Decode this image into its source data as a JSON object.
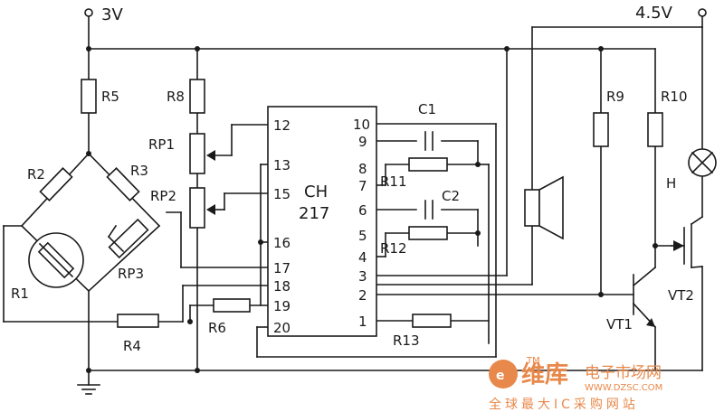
{
  "supply": {
    "left": "3V",
    "right": "4.5V"
  },
  "ic": {
    "name_line1": "CH",
    "name_line2": "217",
    "pins_left": [
      "12",
      "13",
      "15",
      "16",
      "17",
      "18",
      "19",
      "20"
    ],
    "pins_right": [
      "10",
      "9",
      "8",
      "7",
      "6",
      "5",
      "4",
      "3",
      "2",
      "1"
    ]
  },
  "labels": {
    "r1": "R1",
    "r2": "R2",
    "r3": "R3",
    "r4": "R4",
    "r5": "R5",
    "r6": "R6",
    "r8": "R8",
    "r9": "R9",
    "r10": "R10",
    "r11": "R11",
    "r12": "R12",
    "r13": "R13",
    "rp1": "RP1",
    "rp2": "RP2",
    "rp3": "RP3",
    "c1": "C1",
    "c2": "C2",
    "vt1": "VT1",
    "vt2": "VT2",
    "h": "H"
  },
  "watermark": {
    "brand_cn": "维库",
    "brand_cn2": "电子市场网",
    "url": "WWW.DZSC.COM",
    "slogan": "全球最大IC采购网站",
    "tm": "TM"
  },
  "colors": {
    "ink": "#1a1a1a",
    "watermark": "#e8884a"
  }
}
